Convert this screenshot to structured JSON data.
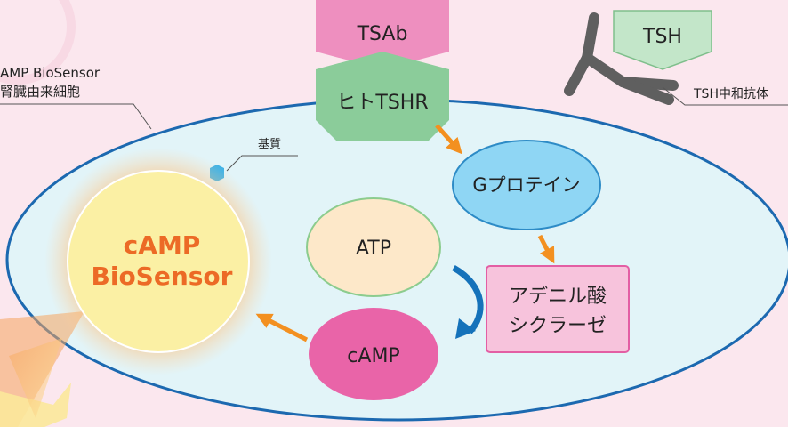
{
  "labels": {
    "cell_line_1": "AMP BioSensor",
    "cell_line_2": "腎臓由来細胞",
    "tsab": "TSAb",
    "tshr": "ヒトTSHR",
    "tsh": "TSH",
    "tsh_antibody": "TSH中和抗体",
    "substrate": "基質",
    "biosensor_line_1": "cAMP",
    "biosensor_line_2": "BioSensor",
    "atp": "ATP",
    "g_protein": "Gプロテイン",
    "adenylate_line_1": "アデニル酸",
    "adenylate_line_2": "シクラーゼ",
    "camp": "cAMP"
  },
  "colors": {
    "background": "#fbe7ee",
    "cell_fill": "#e2f4f8",
    "cell_outline": "#1c69b0",
    "tsab_pink": "#ee8fbf",
    "tshr_green": "#8bcc9a",
    "tsh_green": "#c3e6c9",
    "antibody_gray": "#5f5f5f",
    "arrow_orange": "#f39020",
    "arrow_blue": "#1572ba",
    "biosensor_fill": "#fbf0a4",
    "biosensor_text": "#ec6a26",
    "atp_fill": "#fde8c9",
    "g_protein_fill": "#8fd6f4",
    "adenylate_fill": "#f7c3dc",
    "camp_fill": "#e964a8",
    "substrate_blue": "#3fb2e6"
  }
}
